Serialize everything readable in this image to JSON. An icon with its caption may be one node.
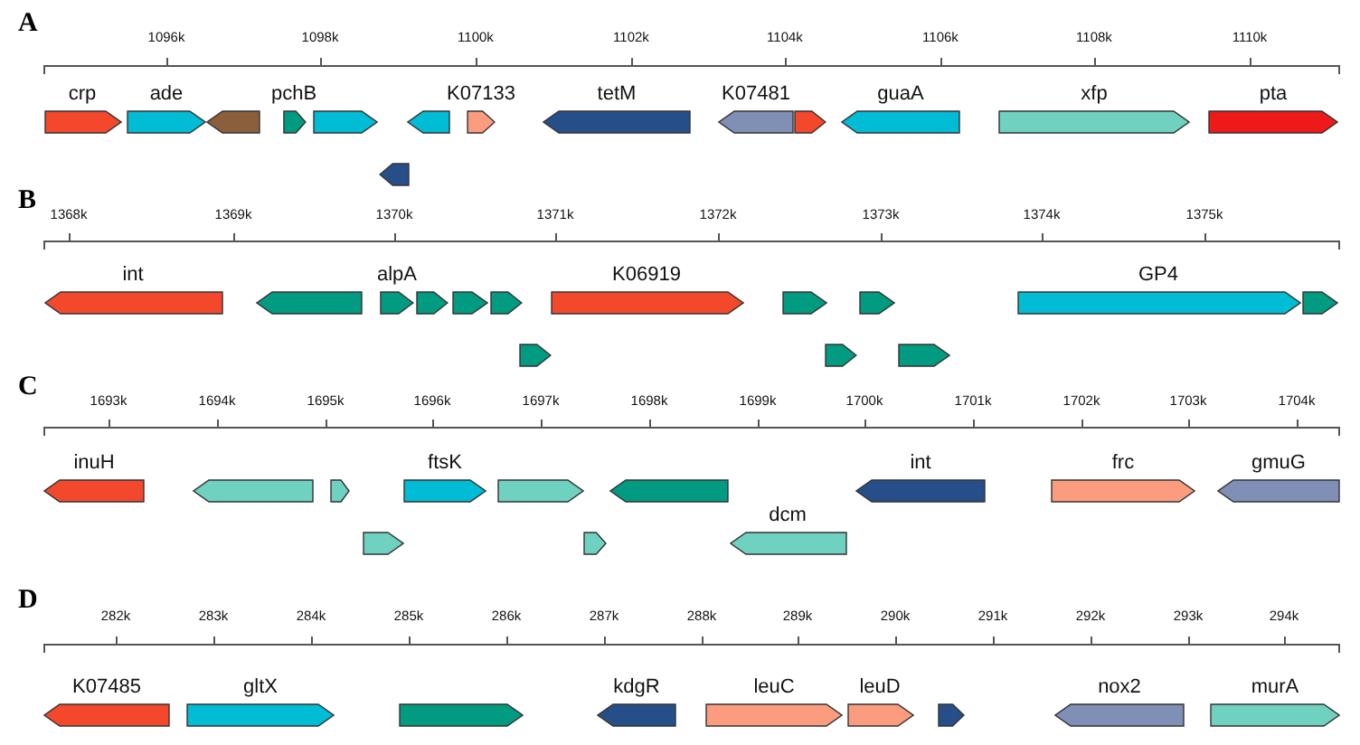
{
  "diagram": {
    "nodes": [
      {
        "text": [
          "crp"
        ]
      },
      {
        "text": [
          "ade"
        ]
      },
      {
        "text": [],
        "shape": "arrow"
      },
      {
        "text": [
          "pchB"
        ]
      },
      {
        "text": [],
        "shape": "arrow"
      },
      {
        "text": [],
        "shape": "arrow"
      },
      {
        "text": [
          "K07133"
        ]
      },
      {
        "text": [
          "tetM"
        ]
      },
      {
        "text": [
          "K07481"
        ]
      },
      {
        "text": [],
        "shape": "arrow"
      },
      {
        "text": [
          "guaA"
        ]
      },
      {
        "text": [
          "xfp"
        ]
      },
      {
        "text": [
          "pta"
        ]
      },
      {
        "text": [],
        "shape": "arrow"
      },
      {
        "text": [
          "int"
        ]
      },
      {
        "text": [],
        "shape": "arrow"
      },
      {
        "text": [
          "alpA"
        ]
      },
      {
        "text": [],
        "shape": "arrow"
      },
      {
        "text": [],
        "shape": "arrow"
      },
      {
        "text": [],
        "shape": "arrow"
      },
      {
        "text": [
          "K06919"
        ]
      },
      {
        "text": [],
        "shape": "arrow"
      },
      {
        "text": [],
        "shape": "arrow"
      },
      {
        "text": [
          "GP4"
        ]
      },
      {
        "text": [],
        "shape": "arrow"
      },
      {
        "text": [],
        "shape": "arrow"
      },
      {
        "text": [],
        "shape": "arrow"
      },
      {
        "text": [],
        "shape": "arrow"
      },
      {
        "text": [
          "inuH"
        ]
      },
      {
        "text": [],
        "shape": "arrow"
      },
      {
        "text": [],
        "shape": "arrow"
      },
      {
        "text": [
          "ftsK"
        ]
      },
      {
        "text": [],
        "shape": "arrow"
      },
      {
        "text": [],
        "shape": "arrow"
      },
      {
        "text": [
          "int"
        ]
      },
      {
        "text": [
          "frc"
        ]
      },
      {
        "text": [
          "gmuG"
        ]
      },
      {
        "text": [],
        "shape": "arrow"
      },
      {
        "text": [],
        "shape": "arrow"
      },
      {
        "text": [
          "dcm"
        ]
      },
      {
        "text": [
          "K07485"
        ]
      },
      {
        "text": [
          "gltX"
        ]
      },
      {
        "text": [],
        "shape": "arrow"
      },
      {
        "text": [
          "kdgR"
        ]
      },
      {
        "text": [
          "leuC"
        ]
      },
      {
        "text": [
          "leuD"
        ]
      },
      {
        "text": [],
        "shape": "arrow"
      },
      {
        "text": [
          "nox2"
        ]
      },
      {
        "text": [
          "murA"
        ]
      }
    ],
    "labels": [
      "A",
      "1096k",
      "1098k",
      "1100k",
      "1102k",
      "1104k",
      "1106k",
      "1108k",
      "1110k",
      "B",
      "1368k",
      "1369k",
      "1370k",
      "1371k",
      "1372k",
      "1373k",
      "1374k",
      "1375k",
      "C",
      "1693k",
      "1694k",
      "1695k",
      "1696k",
      "1697k",
      "1698k",
      "1699k",
      "1700k",
      "1701k",
      "1702k",
      "1703k",
      "1704k",
      "D",
      "282k",
      "283k",
      "284k",
      "285k",
      "286k",
      "287k",
      "288k",
      "289k",
      "290k",
      "291k",
      "292k",
      "293k",
      "294k"
    ]
  }
}
